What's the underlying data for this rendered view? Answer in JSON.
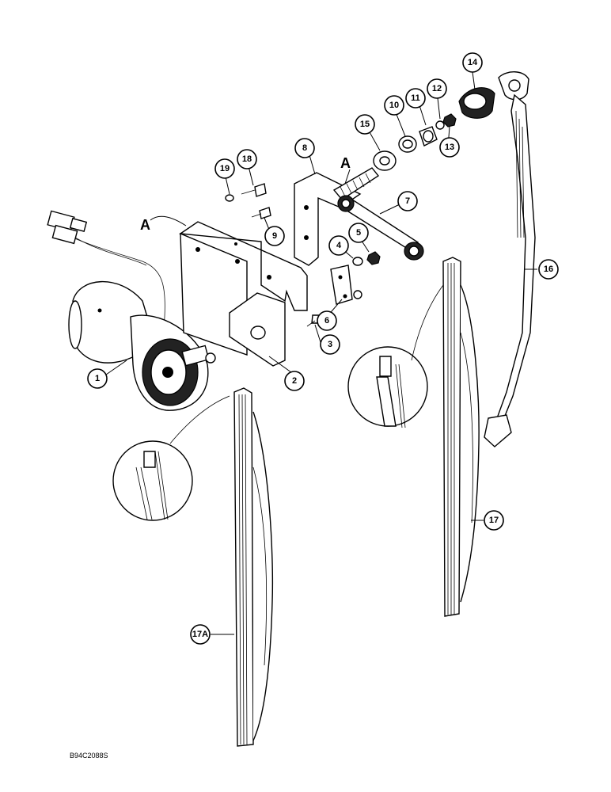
{
  "view_labels": [
    "A",
    "A"
  ],
  "figure_id": "B94C2088S",
  "callouts": [
    "1",
    "2",
    "3",
    "4",
    "5",
    "6",
    "7",
    "8",
    "9",
    "10",
    "11",
    "12",
    "13",
    "14",
    "15",
    "16",
    "17",
    "17A",
    "18",
    "19"
  ]
}
